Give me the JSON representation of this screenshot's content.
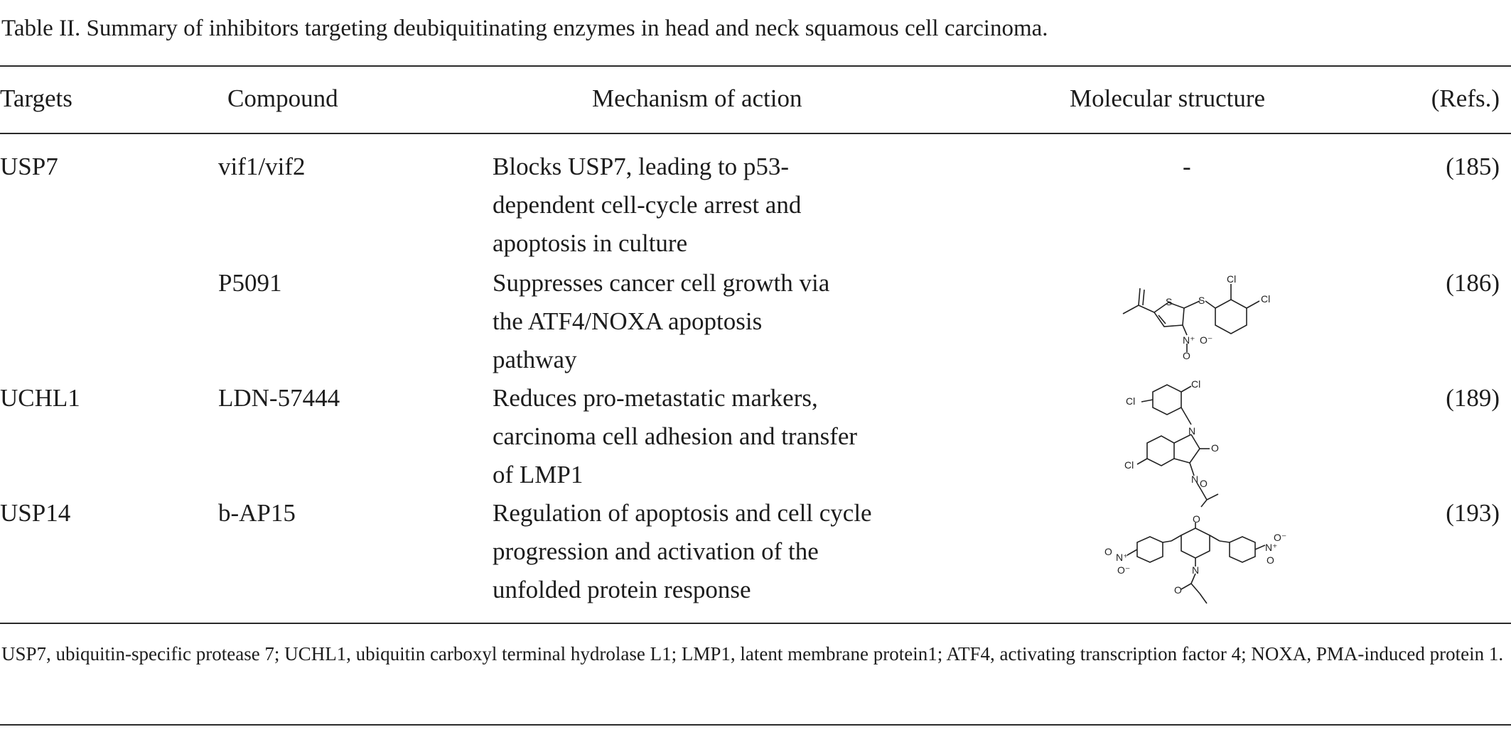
{
  "caption": "Table II. Summary of inhibitors targeting deubiquitinating enzymes in head and neck squamous cell carcinoma.",
  "headers": {
    "targets": "Targets",
    "compound": "Compound",
    "mechanism": "Mechanism of action",
    "structure": "Molecular structure",
    "refs": "(Refs.)"
  },
  "rows": [
    {
      "target": "USP7",
      "compound": "vif1/vif2",
      "mechanism": [
        "Blocks USP7, leading to p53-",
        "dependent cell-cycle arrest and",
        "apoptosis in culture"
      ],
      "structure": "-",
      "ref": "(185)"
    },
    {
      "target": "",
      "compound": "P5091",
      "mechanism": [
        "Suppresses cancer cell growth via",
        "the ATF4/NOXA apoptosis",
        "pathway"
      ],
      "structure_labels": {
        "s1": "S",
        "s2": "S",
        "cl1": "Cl",
        "cl2": "Cl",
        "n": "N⁺",
        "o1": "O⁻",
        "o2": "O"
      },
      "ref": "(186)"
    },
    {
      "target": "UCHL1",
      "compound": "LDN-57444",
      "mechanism": [
        "Reduces pro-metastatic markers,",
        "carcinoma cell adhesion and transfer",
        "of LMP1"
      ],
      "structure_labels": {
        "cl1": "Cl",
        "cl2": "Cl",
        "cl3": "Cl",
        "n1": "N",
        "o1": "O",
        "n2": "N",
        "o2": "O"
      },
      "ref": "(189)"
    },
    {
      "target": "USP14",
      "compound": "b-AP15",
      "mechanism": [
        "Regulation of apoptosis and cell cycle",
        "progression and activation of the",
        "unfolded protein response"
      ],
      "structure_labels": {
        "o1": "O",
        "n1": "N",
        "o2": "O",
        "n2": "N⁺",
        "o3": "O",
        "n3": "N⁺",
        "o4": "O⁻",
        "o5": "O⁻",
        "o6": "O"
      },
      "ref": "(193)"
    }
  ],
  "footnote": "USP7, ubiquitin-specific protease 7; UCHL1, ubiquitin carboxyl terminal hydrolase L1; LMP1, latent membrane protein1; ATF4, activating transcription factor 4; NOXA, PMA-induced protein 1."
}
